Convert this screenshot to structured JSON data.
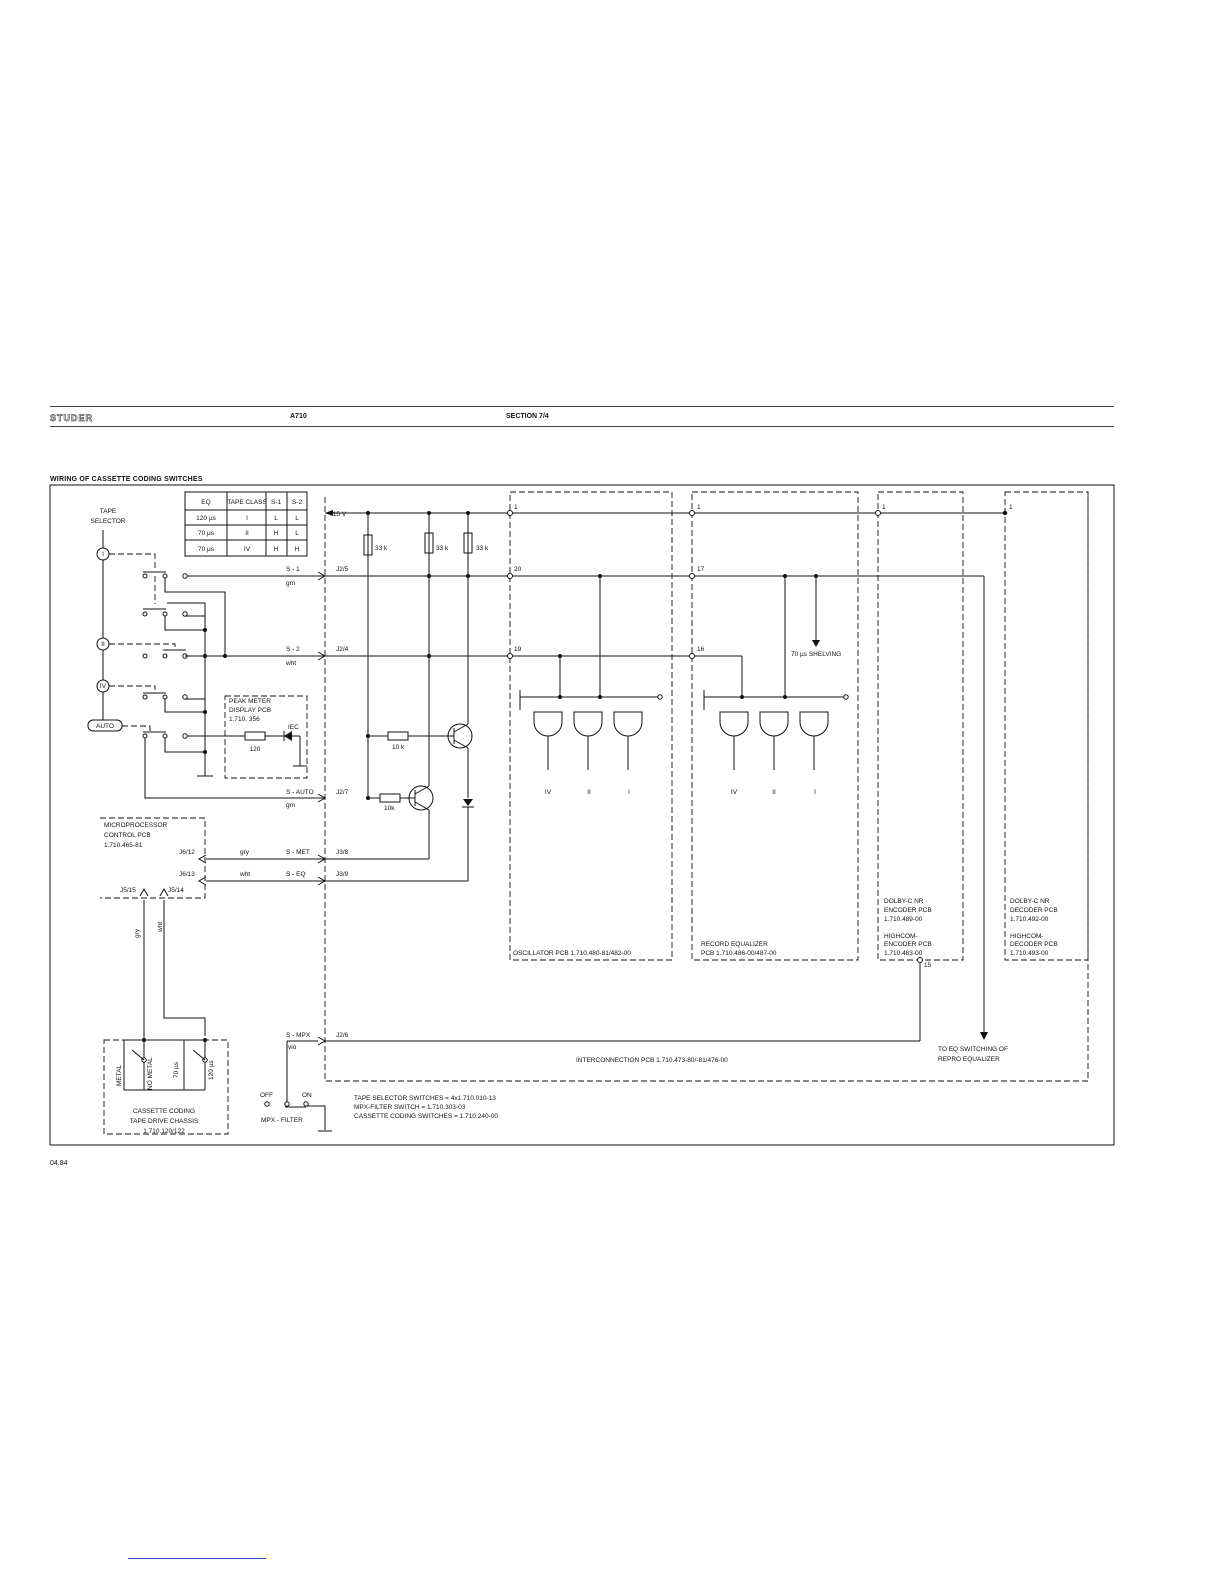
{
  "header": {
    "logo": "STUDER",
    "model": "A710",
    "section": "SECTION 7/4"
  },
  "title": "WIRING OF CASSETTE CODING SWITCHES",
  "footer": {
    "date": "04.84"
  },
  "table": {
    "headers": [
      "EQ",
      "TAPE CLASS",
      "S-1",
      "S-2"
    ],
    "rows": [
      [
        "120 µs",
        "I",
        "L",
        "L"
      ],
      [
        "70 µs",
        "II",
        "H",
        "L"
      ],
      [
        "70 µs",
        "IV",
        "H",
        "H"
      ]
    ]
  },
  "tape_selector": {
    "label_line1": "TAPE",
    "label_line2": "SELECTOR",
    "positions": [
      "I",
      "II",
      "IV",
      "AUTO"
    ]
  },
  "peak_meter": {
    "line1": "PEAK METER",
    "line2": "DISPLAY PCB",
    "line3": "1.710. 356",
    "led": "IEC",
    "resistor": "120"
  },
  "signals": {
    "s1": "S - 1",
    "s1_color": "grn",
    "s1_conn": "J2/5",
    "s2": "S - 2",
    "s2_color": "wht",
    "s2_conn": "J2/4",
    "sauto": "S - AUTO",
    "sauto_color": "grn",
    "sauto_conn": "J2/7",
    "smet": "S - MET",
    "smet_color": "gry",
    "smet_conn": "J3/8",
    "seq": "S - EQ",
    "seq_color": "wht",
    "seq_conn": "J3/9",
    "smpx": "S - MPX",
    "smpx_color": "vio",
    "smpx_conn": "J2/6",
    "supply": "+15 V"
  },
  "resistors": {
    "r1": "33 k",
    "r2": "33 k",
    "r3": "33 k",
    "r4": "10 k",
    "r5": "10k"
  },
  "micro": {
    "line1": "MICROPROCESSOR",
    "line2": "CONTROL PCB",
    "line3": "1.710.465-81",
    "j612": "J6/12",
    "j613": "J6/13",
    "j515": "J5/15",
    "j514": "J5/14",
    "wire_gry": "gry",
    "wire_wht": "wht"
  },
  "oscillator": {
    "pins": [
      "1",
      "20",
      "19"
    ],
    "tapes": [
      "IV",
      "II",
      "I"
    ],
    "label": "OSCILLATOR PCB   1.710.480-81/482-00"
  },
  "record_eq": {
    "pins": [
      "1",
      "17",
      "16"
    ],
    "tapes": [
      "IV",
      "II",
      "I"
    ],
    "shelving": "70 µs SHELVING",
    "label1": "RECORD EQUALIZER",
    "label2": "PCB   1.710.486-00/487-00"
  },
  "dolby_enc": {
    "pin": "1",
    "line1": "DOLBY-C NR",
    "line2": "ENCODER PCB",
    "line3": "1.710.489-00",
    "line4": "HIGHCOM-",
    "line5": "ENCODER PCB",
    "line6": "1.710.483-00",
    "pin15": "15"
  },
  "dolby_dec": {
    "pin": "1",
    "line1": "DOLBY-C NR",
    "line2": "DECODER PCB",
    "line3": "1.710.492-00",
    "line4": "HIGHCOM-",
    "line5": "DECODER PCB",
    "line6": "1.710.493-00"
  },
  "repro": {
    "line1": "TO EQ SWITCHING OF",
    "line2": "REPRO EQUALIZER"
  },
  "interconnection": "INTERCONNECTION PCB   1.710.473-80/-81/476-00",
  "cassette": {
    "sw1": "METAL",
    "sw2": "NO METAL",
    "sw3": "70 µs",
    "sw4": "120 µs",
    "line1": "CASSETTE CODING",
    "line2": "TAPE DRIVE CHASSIS",
    "line3": "1.710.120/122"
  },
  "mpx": {
    "off": "OFF",
    "on": "ON",
    "label": "MPX - FILTER"
  },
  "parts": {
    "row1": "TAPE SELECTOR SWITCHES  =  4x1.710.010-13",
    "row2": "MPX-FILTER  SWITCH        =      1.710.303-03",
    "row3": "CASSETTE CODING SWITCHES =      1.710.240-00"
  }
}
